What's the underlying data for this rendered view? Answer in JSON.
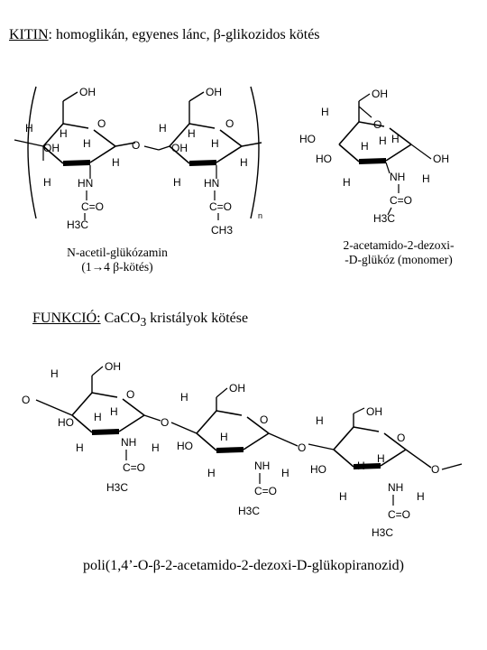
{
  "header": {
    "label": "KITIN",
    "rest": ": homoglikán, egyenes lánc, β-glikozidos kötés"
  },
  "chitin_captions": {
    "left_line1": "N-acetil-glükózamin",
    "left_line2": "(1→4 β-kötés)",
    "right_line1": "2-acetamido-2-dezoxi-",
    "right_line2": "-D-glükóz (monomer)",
    "subscript_n": "n"
  },
  "function": {
    "label": "FUNKCIÓ:",
    "text_before": " CaCO",
    "subscript": "3",
    "text_after": " kristályok kötése"
  },
  "polymer_name": "poli(1,4’-O-β-2-acetamido-2-dezoxi-D-glükopiranozid)",
  "atoms": {
    "OH": "OH",
    "HO": "HO",
    "H": "H",
    "O": "O",
    "HN": "HN",
    "NH": "NH",
    "CO": "C=O",
    "H3C": "H3C",
    "CH3": "CH3"
  }
}
